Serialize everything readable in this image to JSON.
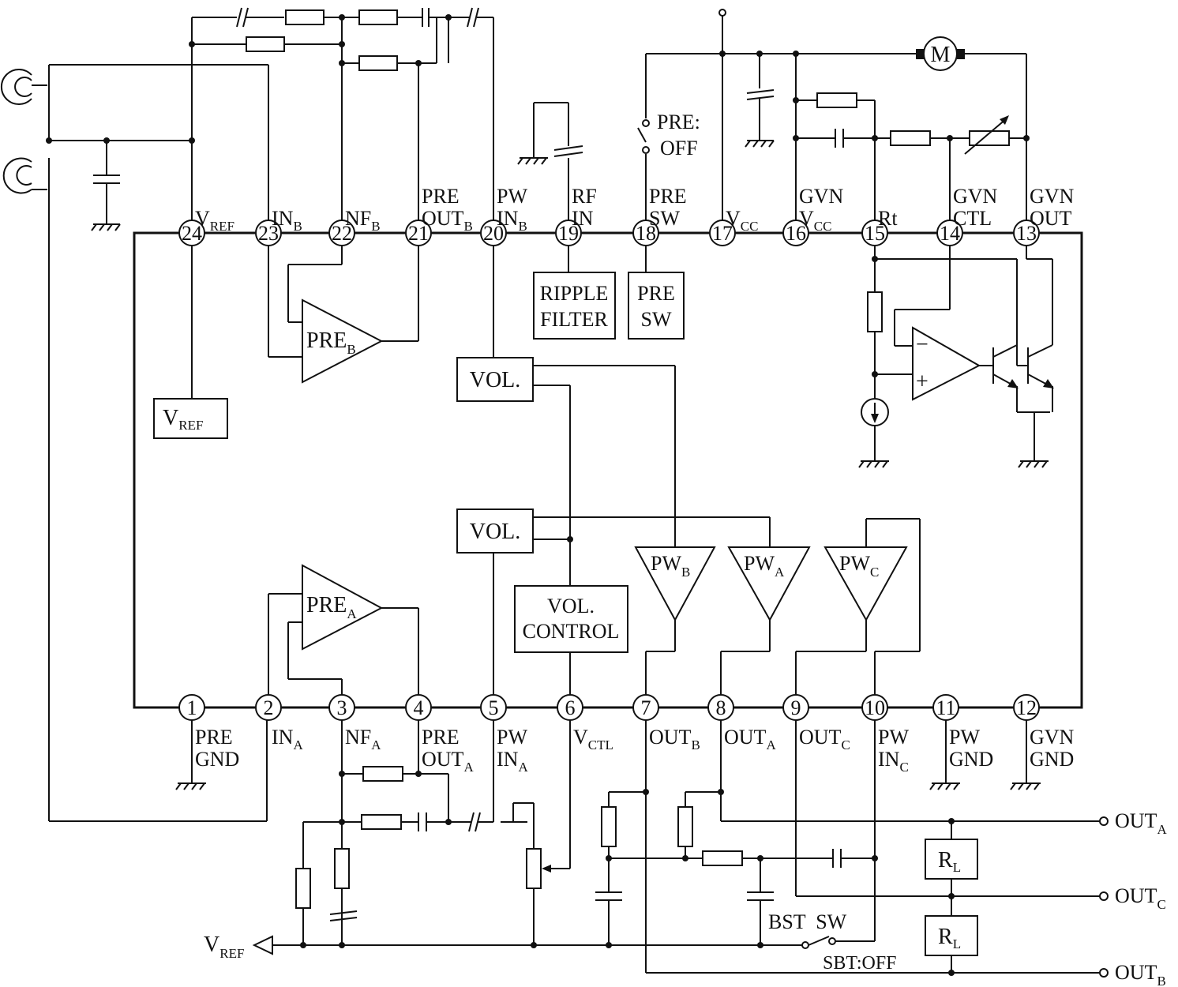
{
  "pins": [
    {
      "num": "1",
      "label_lines": [
        "PRE",
        "GND"
      ]
    },
    {
      "num": "2",
      "label_main": "IN",
      "label_sub": "A"
    },
    {
      "num": "3",
      "label_main": "NF",
      "label_sub": "A"
    },
    {
      "num": "4",
      "label_lines": [
        "PRE"
      ],
      "label_main": "OUT",
      "label_sub": "A"
    },
    {
      "num": "5",
      "label_lines": [
        "PW"
      ],
      "label_main": "IN",
      "label_sub": "A"
    },
    {
      "num": "6",
      "label_main": "V",
      "label_sub": "CTL"
    },
    {
      "num": "7",
      "label_main": "OUT",
      "label_sub": "B"
    },
    {
      "num": "8",
      "label_main": "OUT",
      "label_sub": "A"
    },
    {
      "num": "9",
      "label_main": "OUT",
      "label_sub": "C"
    },
    {
      "num": "10",
      "label_lines": [
        "PW"
      ],
      "label_main": "IN",
      "label_sub": "C"
    },
    {
      "num": "11",
      "label_lines": [
        "PW",
        "GND"
      ]
    },
    {
      "num": "12",
      "label_lines": [
        "GVN",
        "GND"
      ]
    },
    {
      "num": "13",
      "label_lines": [
        "GVN",
        "OUT"
      ]
    },
    {
      "num": "14",
      "label_lines": [
        "GVN",
        "CTL"
      ]
    },
    {
      "num": "15",
      "label_lines": [
        "Rt"
      ]
    },
    {
      "num": "16",
      "label_lines": [
        "GVN"
      ],
      "label_main": "V",
      "label_sub": "CC"
    },
    {
      "num": "17",
      "label_main": "V",
      "label_sub": "CC"
    },
    {
      "num": "18",
      "label_lines": [
        "PRE",
        "SW"
      ]
    },
    {
      "num": "19",
      "label_lines": [
        "RF",
        "IN"
      ]
    },
    {
      "num": "20",
      "label_lines": [
        "PW"
      ],
      "label_main": "IN",
      "label_sub": "B"
    },
    {
      "num": "21",
      "label_lines": [
        "PRE"
      ],
      "label_main": "OUT",
      "label_sub": "B"
    },
    {
      "num": "22",
      "label_main": "NF",
      "label_sub": "B"
    },
    {
      "num": "23",
      "label_main": "IN",
      "label_sub": "B"
    },
    {
      "num": "24",
      "label_main": "V",
      "label_sub": "REF"
    }
  ],
  "blocks": {
    "ripple_filter": [
      "RIPPLE",
      "FILTER"
    ],
    "pre_sw": [
      "PRE",
      "SW"
    ],
    "vref": {
      "main": "V",
      "sub": "REF"
    },
    "vol_b": "VOL.",
    "vol_a": "VOL.",
    "vol_control": [
      "VOL.",
      "CONTROL"
    ],
    "pre_b": {
      "main": "PRE",
      "sub": "B"
    },
    "pre_a": {
      "main": "PRE",
      "sub": "A"
    },
    "pw_b": {
      "main": "PW",
      "sub": "B"
    },
    "pw_a": {
      "main": "PW",
      "sub": "A"
    },
    "pw_c": {
      "main": "PW",
      "sub": "C"
    }
  },
  "external": {
    "motor": "M",
    "pre_off_switch": [
      "PRE:",
      "OFF"
    ],
    "bst_sw": "BST  SW",
    "sbt_off": "SBT:OFF",
    "vref_terminal": {
      "main": "V",
      "sub": "REF"
    },
    "rl_top": {
      "main": "R",
      "sub": "L"
    },
    "rl_bottom": {
      "main": "R",
      "sub": "L"
    },
    "out_a": {
      "main": "OUT",
      "sub": "A"
    },
    "out_c": {
      "main": "OUT",
      "sub": "C"
    },
    "out_b": {
      "main": "OUT",
      "sub": "B"
    },
    "plus": "+",
    "minus": "−"
  }
}
